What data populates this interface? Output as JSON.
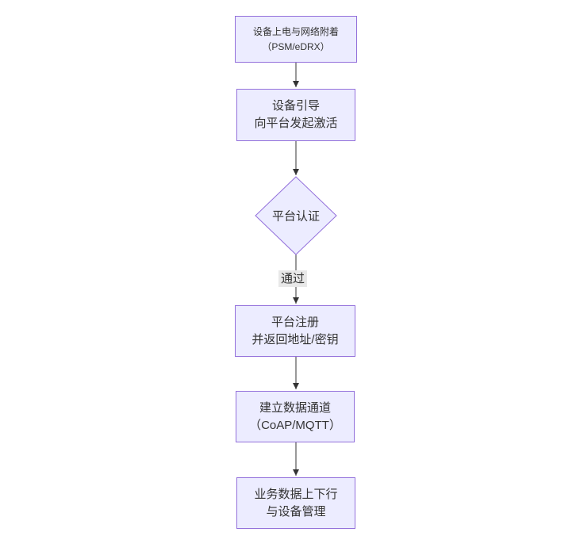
{
  "diagram": {
    "type": "flowchart-top-down",
    "colors": {
      "background": "#ffffff",
      "node_fill": "#ECECFF",
      "node_border": "#9370DB",
      "line_color": "#333333",
      "text_color": "#333333",
      "edge_label_bg": "#e8e8e8"
    },
    "nodes": [
      {
        "id": "power-attach",
        "shape": "rect",
        "lines": [
          "设备上电与网络附着",
          "（PSM/eDRX）"
        ]
      },
      {
        "id": "bootstrap",
        "shape": "rect",
        "lines": [
          "设备引导",
          "向平台发起激活"
        ]
      },
      {
        "id": "platform-auth",
        "shape": "diamond",
        "lines": [
          "平台认证"
        ]
      },
      {
        "id": "register",
        "shape": "rect",
        "lines": [
          "平台注册",
          "并返回地址/密钥"
        ]
      },
      {
        "id": "data-channel",
        "shape": "rect",
        "lines": [
          "建立数据通道",
          "（CoAP/MQTT）"
        ]
      },
      {
        "id": "business-data",
        "shape": "rect",
        "lines": [
          "业务数据上下行",
          "与设备管理"
        ]
      }
    ],
    "edges": [
      {
        "from": "power-attach",
        "to": "bootstrap",
        "label": ""
      },
      {
        "from": "bootstrap",
        "to": "platform-auth",
        "label": ""
      },
      {
        "from": "platform-auth",
        "to": "register",
        "label": "通过"
      },
      {
        "from": "register",
        "to": "data-channel",
        "label": ""
      },
      {
        "from": "data-channel",
        "to": "business-data",
        "label": ""
      }
    ]
  }
}
